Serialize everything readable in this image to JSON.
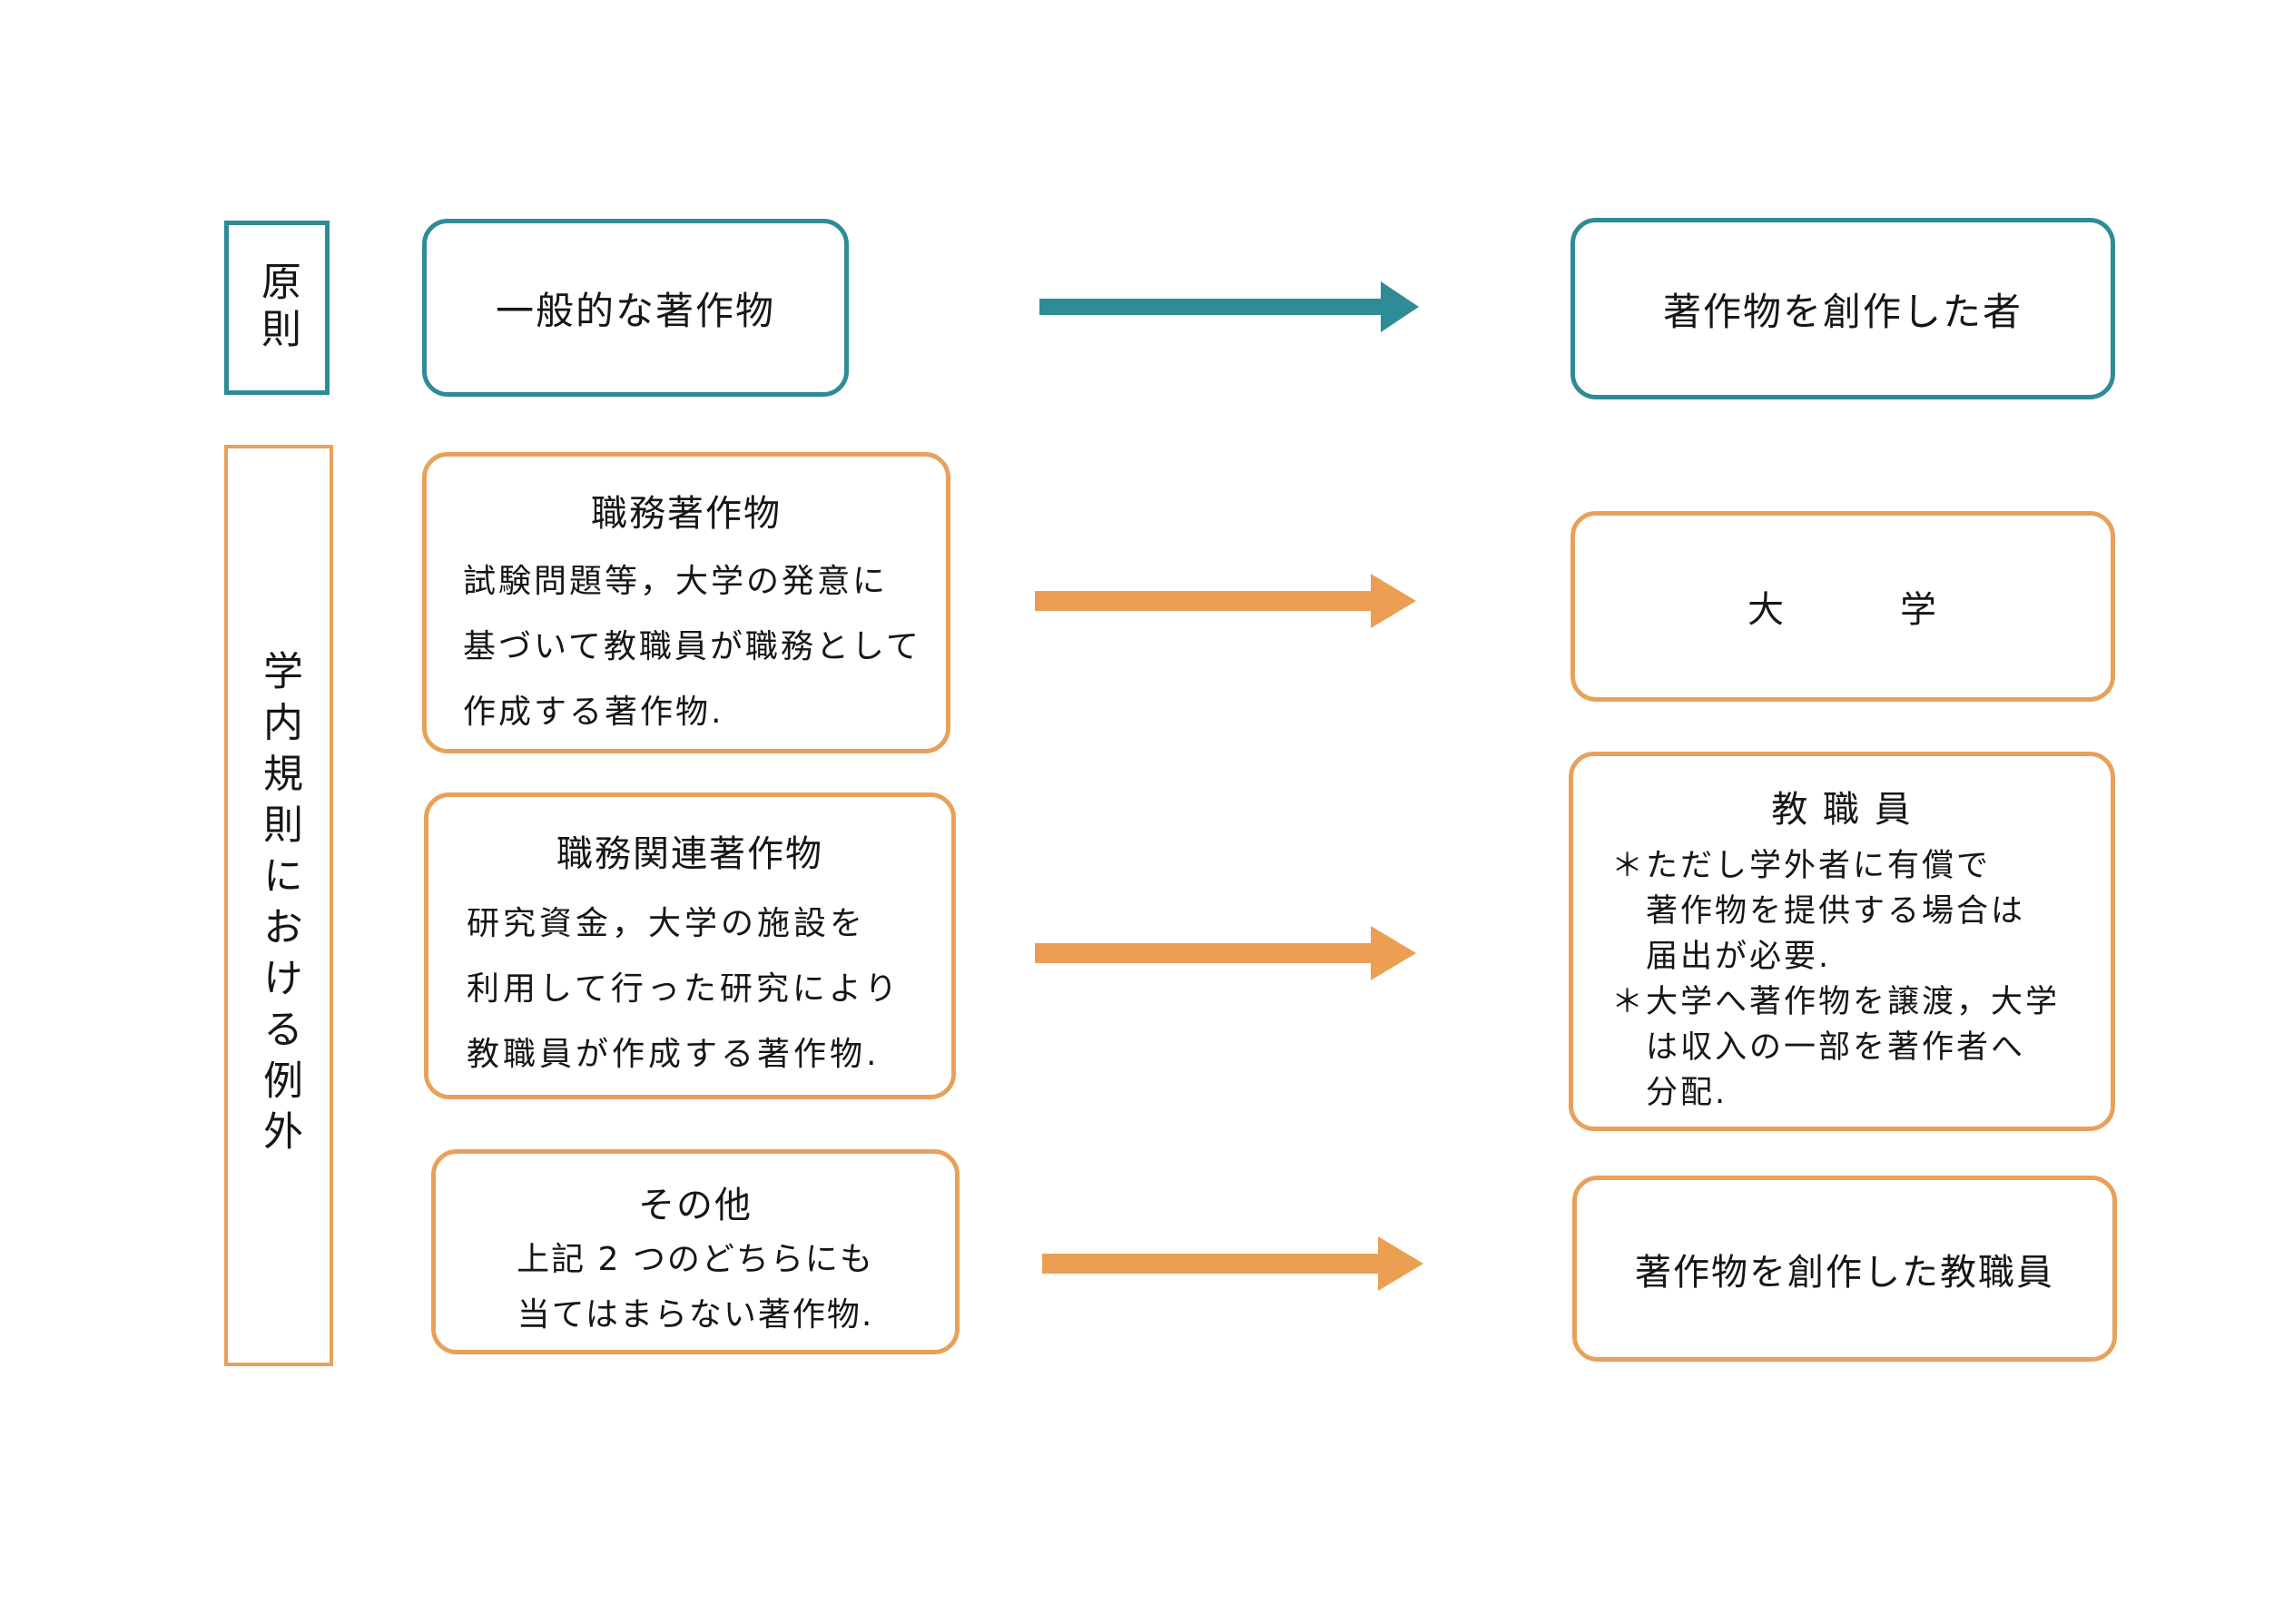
{
  "colors": {
    "teal": "#2E8C96",
    "orange": "#E8A15B",
    "arrow_orange": "#EC9F53",
    "ink": "#161616"
  },
  "principle_row": {
    "side_label": "原則",
    "work_label": "一般的な著作物",
    "owner_label": "著作物を創作した者"
  },
  "exception_section": {
    "side_label": "学内規則における例外",
    "rows": [
      {
        "work_title": "職務著作物",
        "work_body": [
          "試験問題等，大学の発意に",
          "基づいて教職員が職務として",
          "作成する著作物."
        ],
        "owner_title": "大　　　学"
      },
      {
        "work_title": "職務関連著作物",
        "work_body": [
          "研究資金，大学の施設を",
          "利用して行った研究により",
          "教職員が作成する著作物."
        ],
        "owner_title": "教 職 員",
        "owner_notes": [
          "＊ただし学外者に有償で",
          "　著作物を提供する場合は",
          "　届出が必要.",
          "＊大学へ著作物を譲渡，大学",
          "　は収入の一部を著作者へ",
          "　分配."
        ]
      },
      {
        "work_title": "その他",
        "work_body": [
          "上記 2 つのどちらにも",
          "当てはまらない著作物."
        ],
        "owner_title": "著作物を創作した教職員"
      }
    ]
  }
}
